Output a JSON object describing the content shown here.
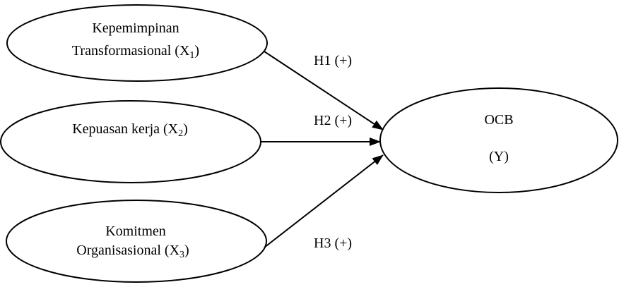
{
  "colors": {
    "stroke": "#000000",
    "background": "#ffffff"
  },
  "nodes": {
    "x1": {
      "line1": "Kepemimpinan",
      "line2_prefix": "Transformasional (X",
      "line2_sub": "1",
      "line2_suffix": ")"
    },
    "x2": {
      "prefix": "Kepuasan kerja (X",
      "sub": "2",
      "suffix": ")"
    },
    "x3": {
      "line1": "Komitmen",
      "line2_prefix": "Organisasional (X",
      "line2_sub": "3",
      "line2_suffix": ")"
    },
    "y": {
      "line1": "OCB",
      "line2": "(Y)"
    }
  },
  "edges": {
    "h1": "H1 (+)",
    "h2": "H2 (+)",
    "h3": "H3 (+)"
  }
}
